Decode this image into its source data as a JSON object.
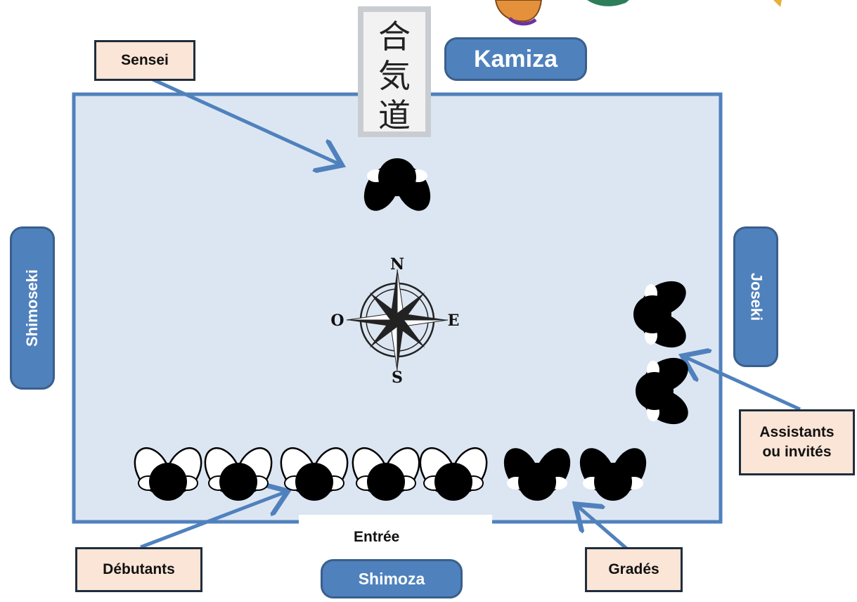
{
  "zones": {
    "kamiza": "Kamiza",
    "shimoza": "Shimoza",
    "shimoseki": "Shimoseki",
    "joseki": "Joseki"
  },
  "labels": {
    "sensei": "Sensei",
    "debutants": "Débutants",
    "grades": "Gradés",
    "assistants_line1": "Assistants",
    "assistants_line2": "ou invités",
    "entree": "Entrée"
  },
  "compass": {
    "n": "N",
    "s": "S",
    "e": "E",
    "o": "O"
  },
  "calligraphy": [
    "合",
    "気",
    "道"
  ],
  "colors": {
    "mat_fill": "#dce6f2",
    "mat_border": "#4f81bd",
    "arrow": "#4f81bd",
    "pill": "#4f81bd",
    "label_bg": "#fbe5d6"
  }
}
